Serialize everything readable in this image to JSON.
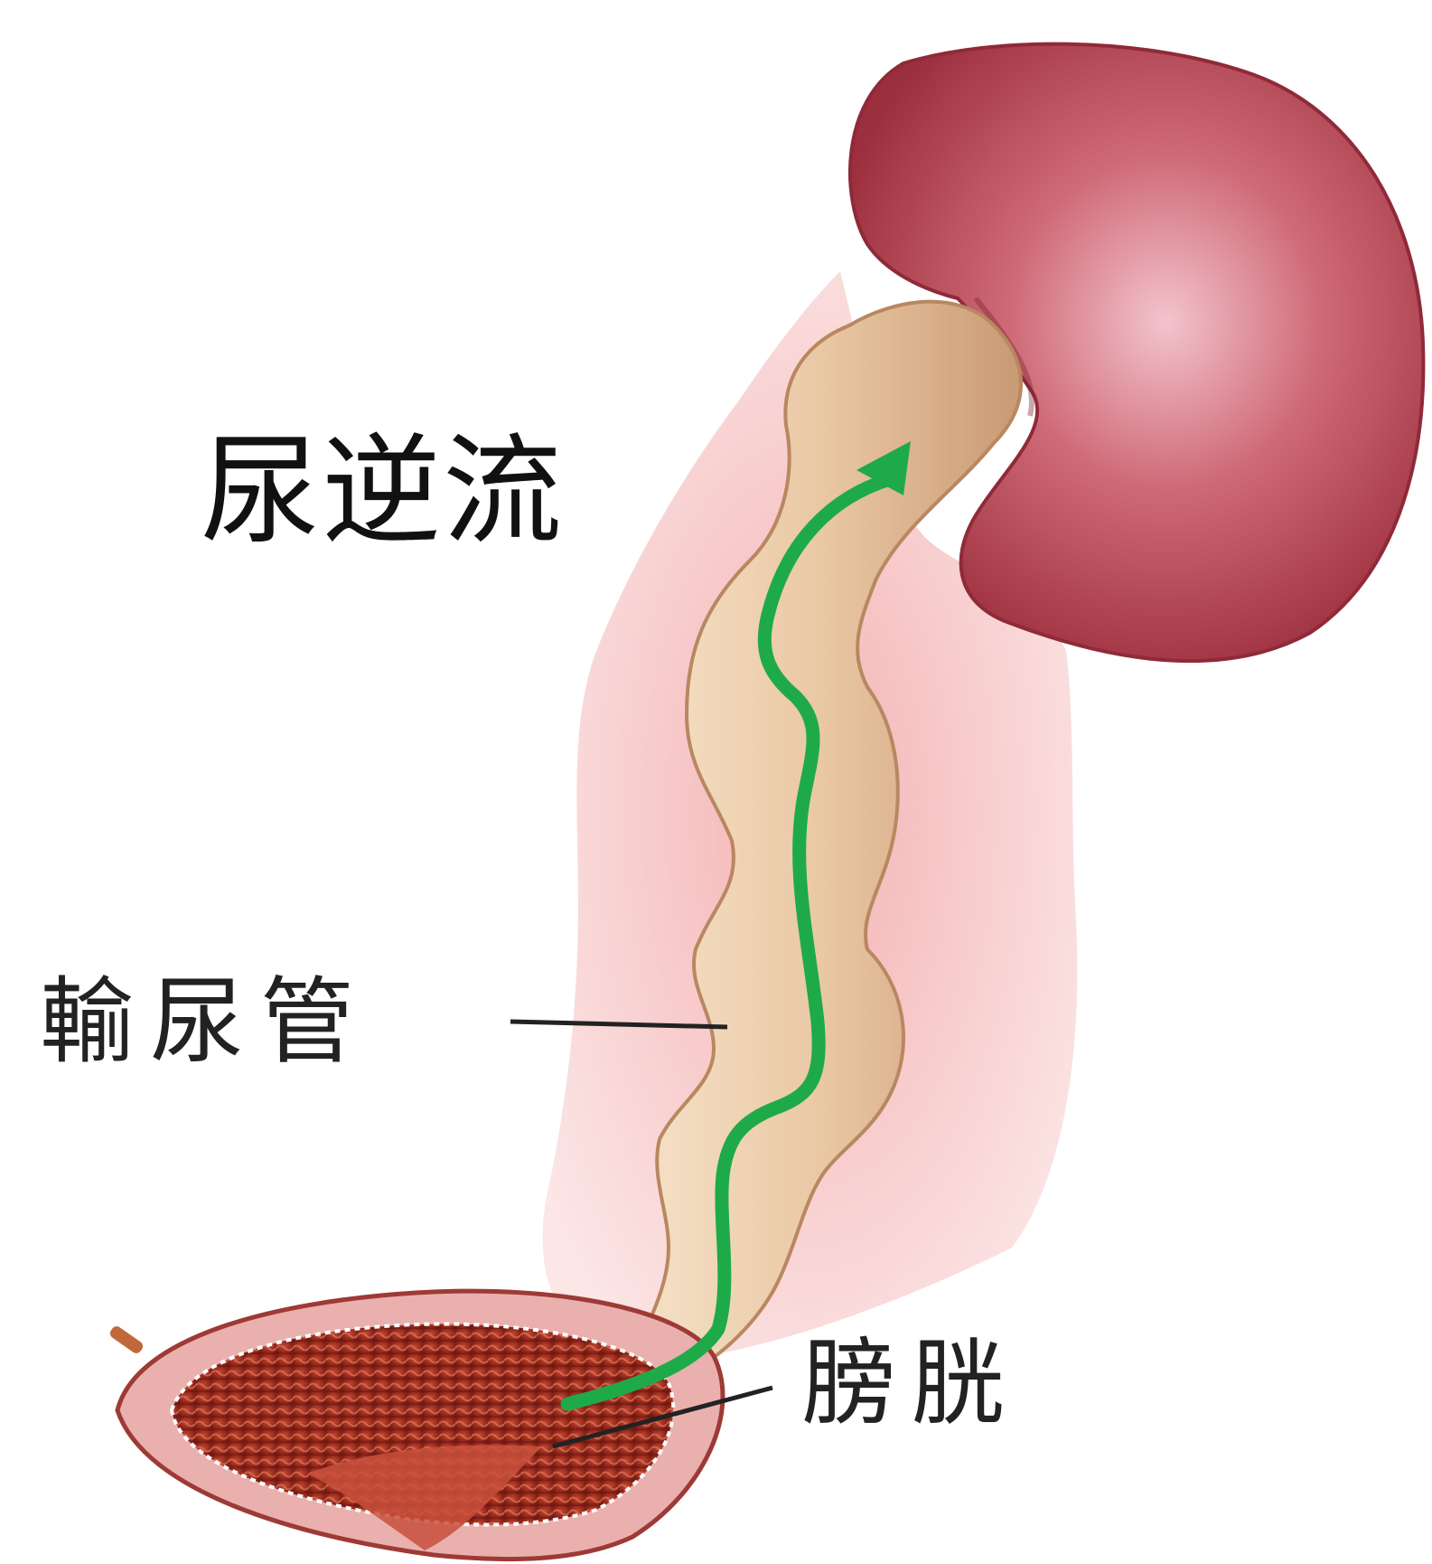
{
  "diagram": {
    "title": "尿逆流",
    "labels": {
      "ureter": "輸尿管",
      "bladder": "膀胱"
    },
    "colors": {
      "kidney": "#b8404f",
      "ureter": "#e8c9a8",
      "bladder_inner": "#9e2a1e",
      "tissue": "#f3b8b8",
      "arrow": "#1faa4a",
      "leader": "#222222"
    }
  }
}
